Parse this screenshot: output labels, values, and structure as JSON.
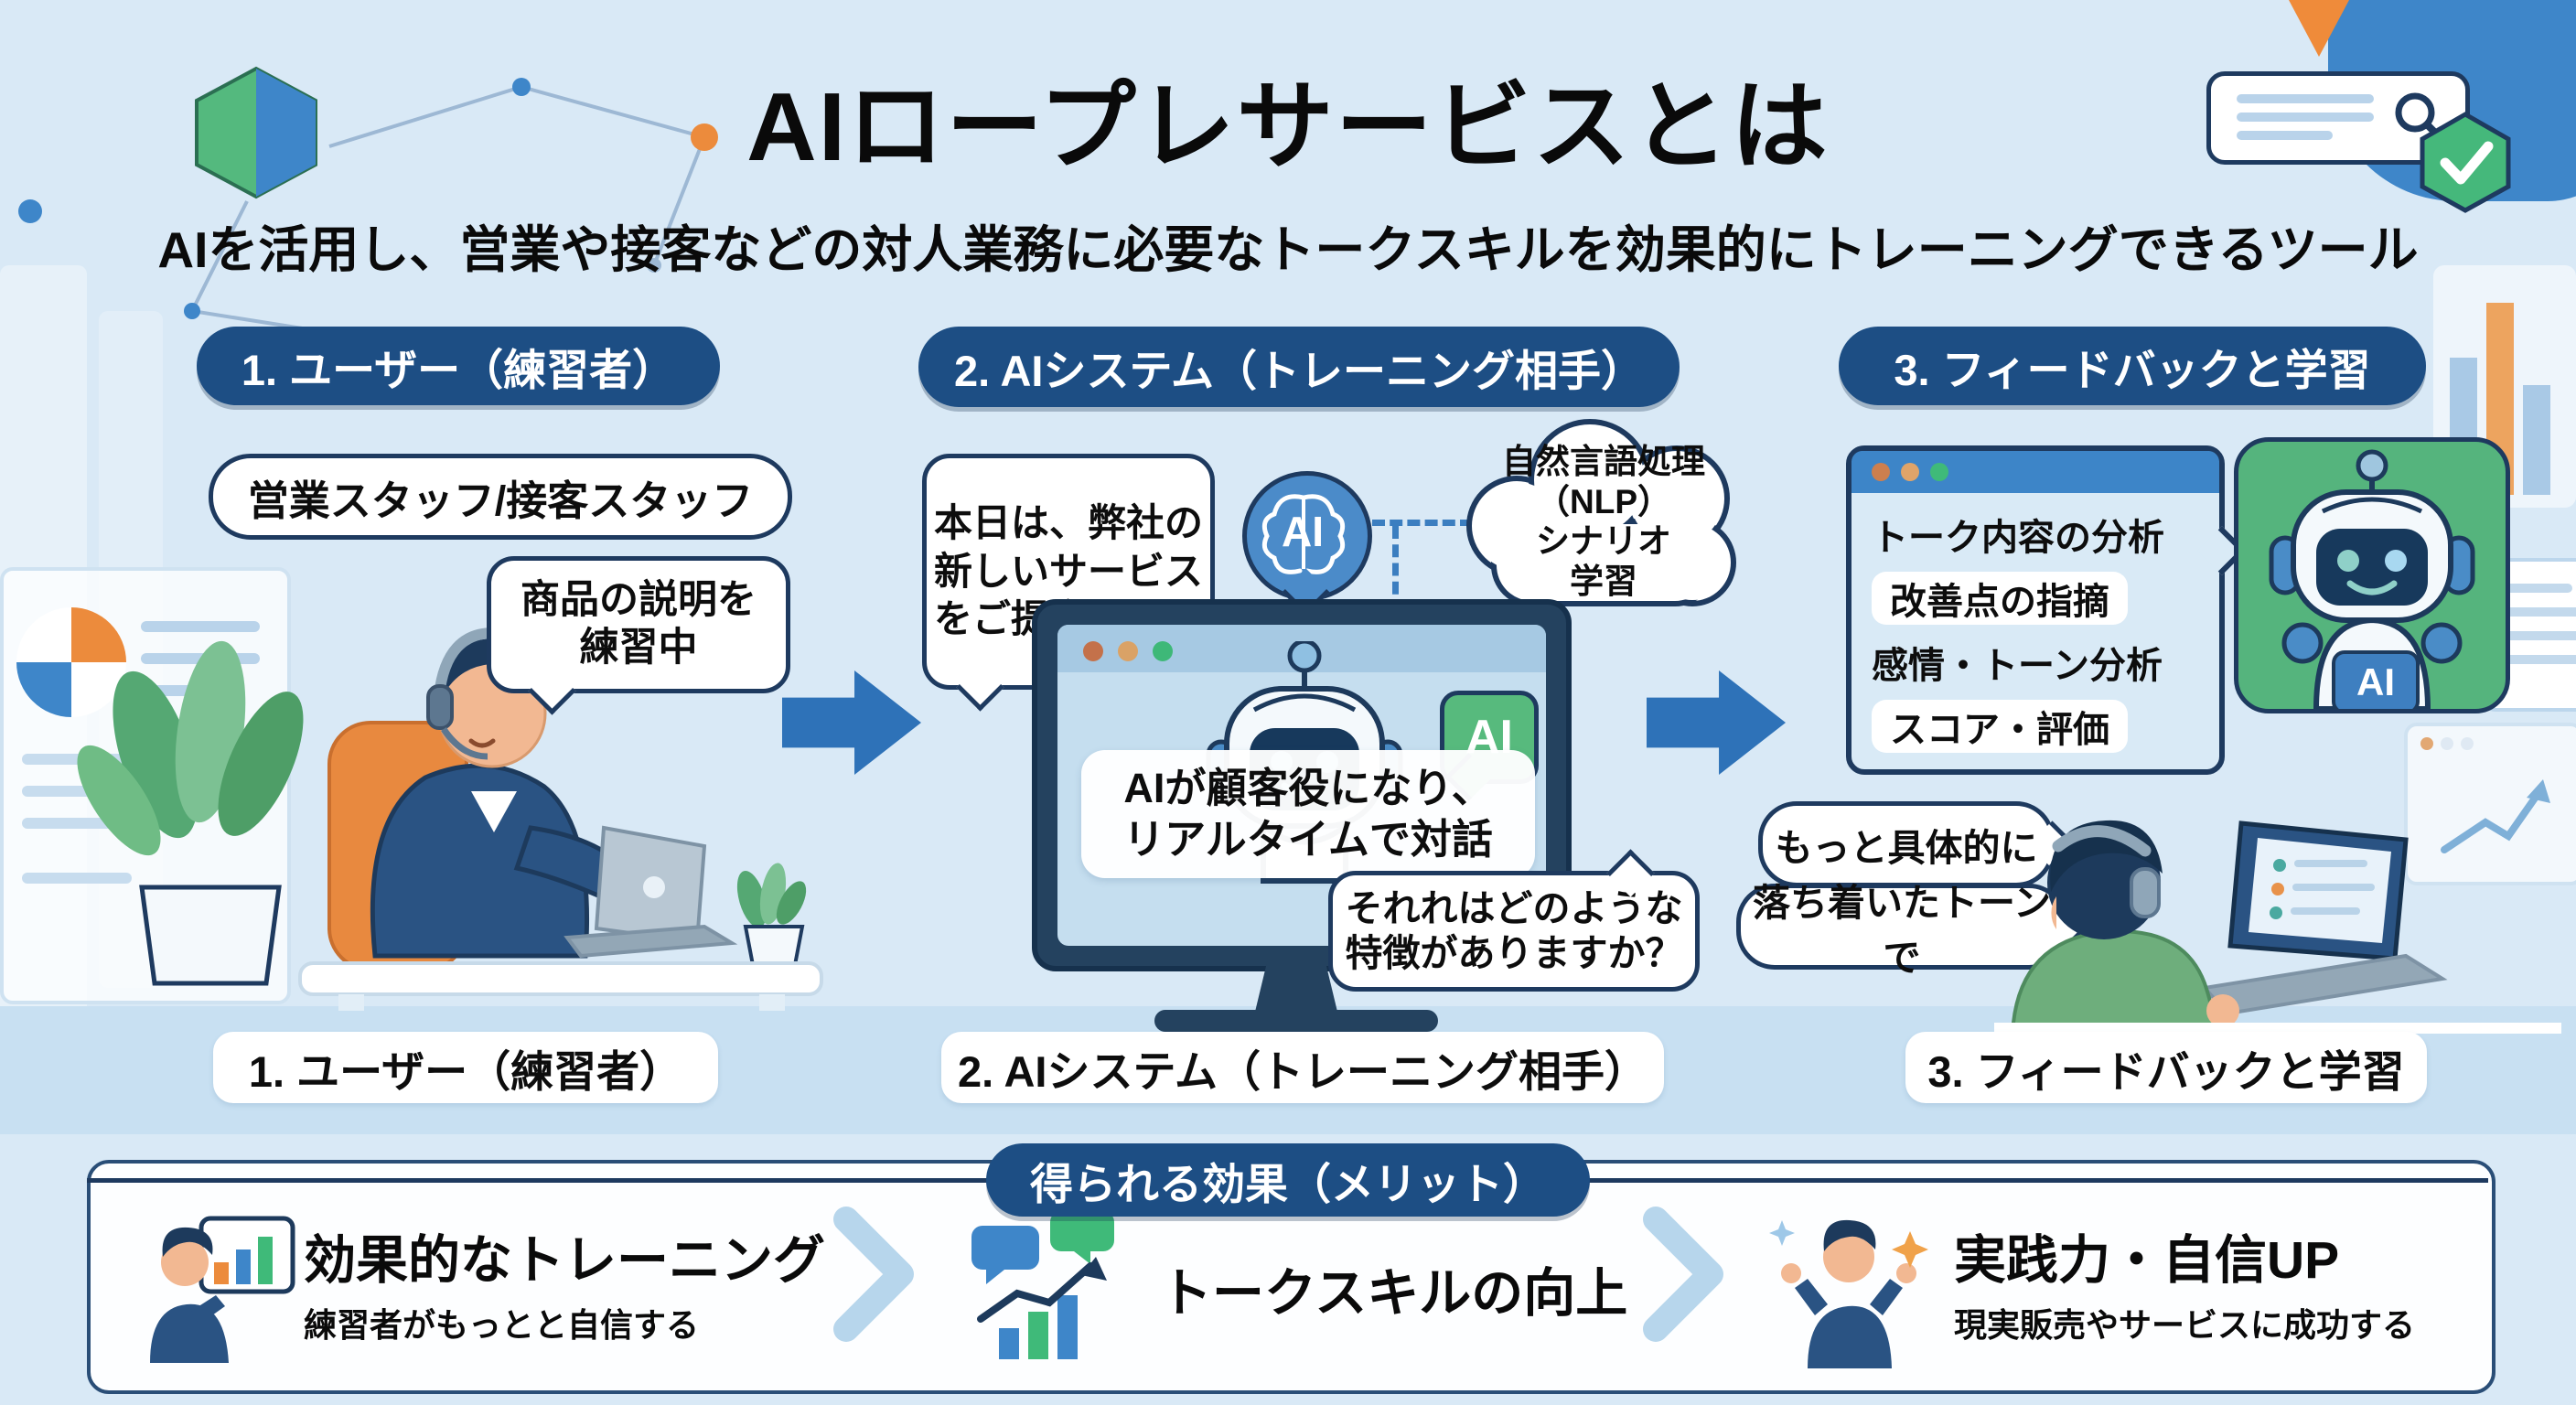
{
  "page": {
    "title": "AIロープレサービスとは",
    "subtitle": "AIを活用し、営業や接客などの対人業務に必要なトークスキルを効果的にトレーニングできるツール"
  },
  "sections": [
    {
      "header": "1. ユーザー（練習者）",
      "role_tag": "営業スタッフ/接客スタッフ",
      "practice_bubble": "商品の説明を\n練習中"
    },
    {
      "header": "2. AIシステム（トレーニング相手）",
      "proposal_bubble": "本日は、弊社の\n新しいサービス\nをご提案します",
      "brain_chip": "AI",
      "nlp_cloud": "自然言語処理\n（NLP）\nシナリオ\n学習",
      "screen_chip": "AI",
      "screen_caption": "AIが顧客役になり、\nリアルタイムで対話",
      "question_bubble": "それれはどのような\n特徴がありますか？"
    },
    {
      "header": "3. フィードバックと学習",
      "feedback_items": [
        "トーク内容の分析",
        "改善点の指摘",
        "感情・トーン分析",
        "スコア・評価"
      ],
      "robot_chip": "AI",
      "coach_bubble_1": "もっと具体的に",
      "coach_bubble_2": "落ち着いたトーンで"
    }
  ],
  "bottom_labels": [
    "1. ユーザー（練習者）",
    "2. AIシステム（トレーニング相手）",
    "3. フィードバックと学習"
  ],
  "merits": {
    "header": "得られる効果（メリット）",
    "items": [
      {
        "title": "効果的なトレーニング",
        "subtitle": "練習者がもっとと自信する"
      },
      {
        "title": "トークスキルの向上",
        "subtitle": ""
      },
      {
        "title": "実践力・自信UP",
        "subtitle": "現実販売やサービスに成功する"
      }
    ]
  },
  "colors": {
    "background": "#d9e9f6",
    "navy_pill": "#1d4e84",
    "outline": "#1e3a5f",
    "arrow_blue": "#2e72b8",
    "green": "#54b97e",
    "orange": "#ec8b3c"
  }
}
